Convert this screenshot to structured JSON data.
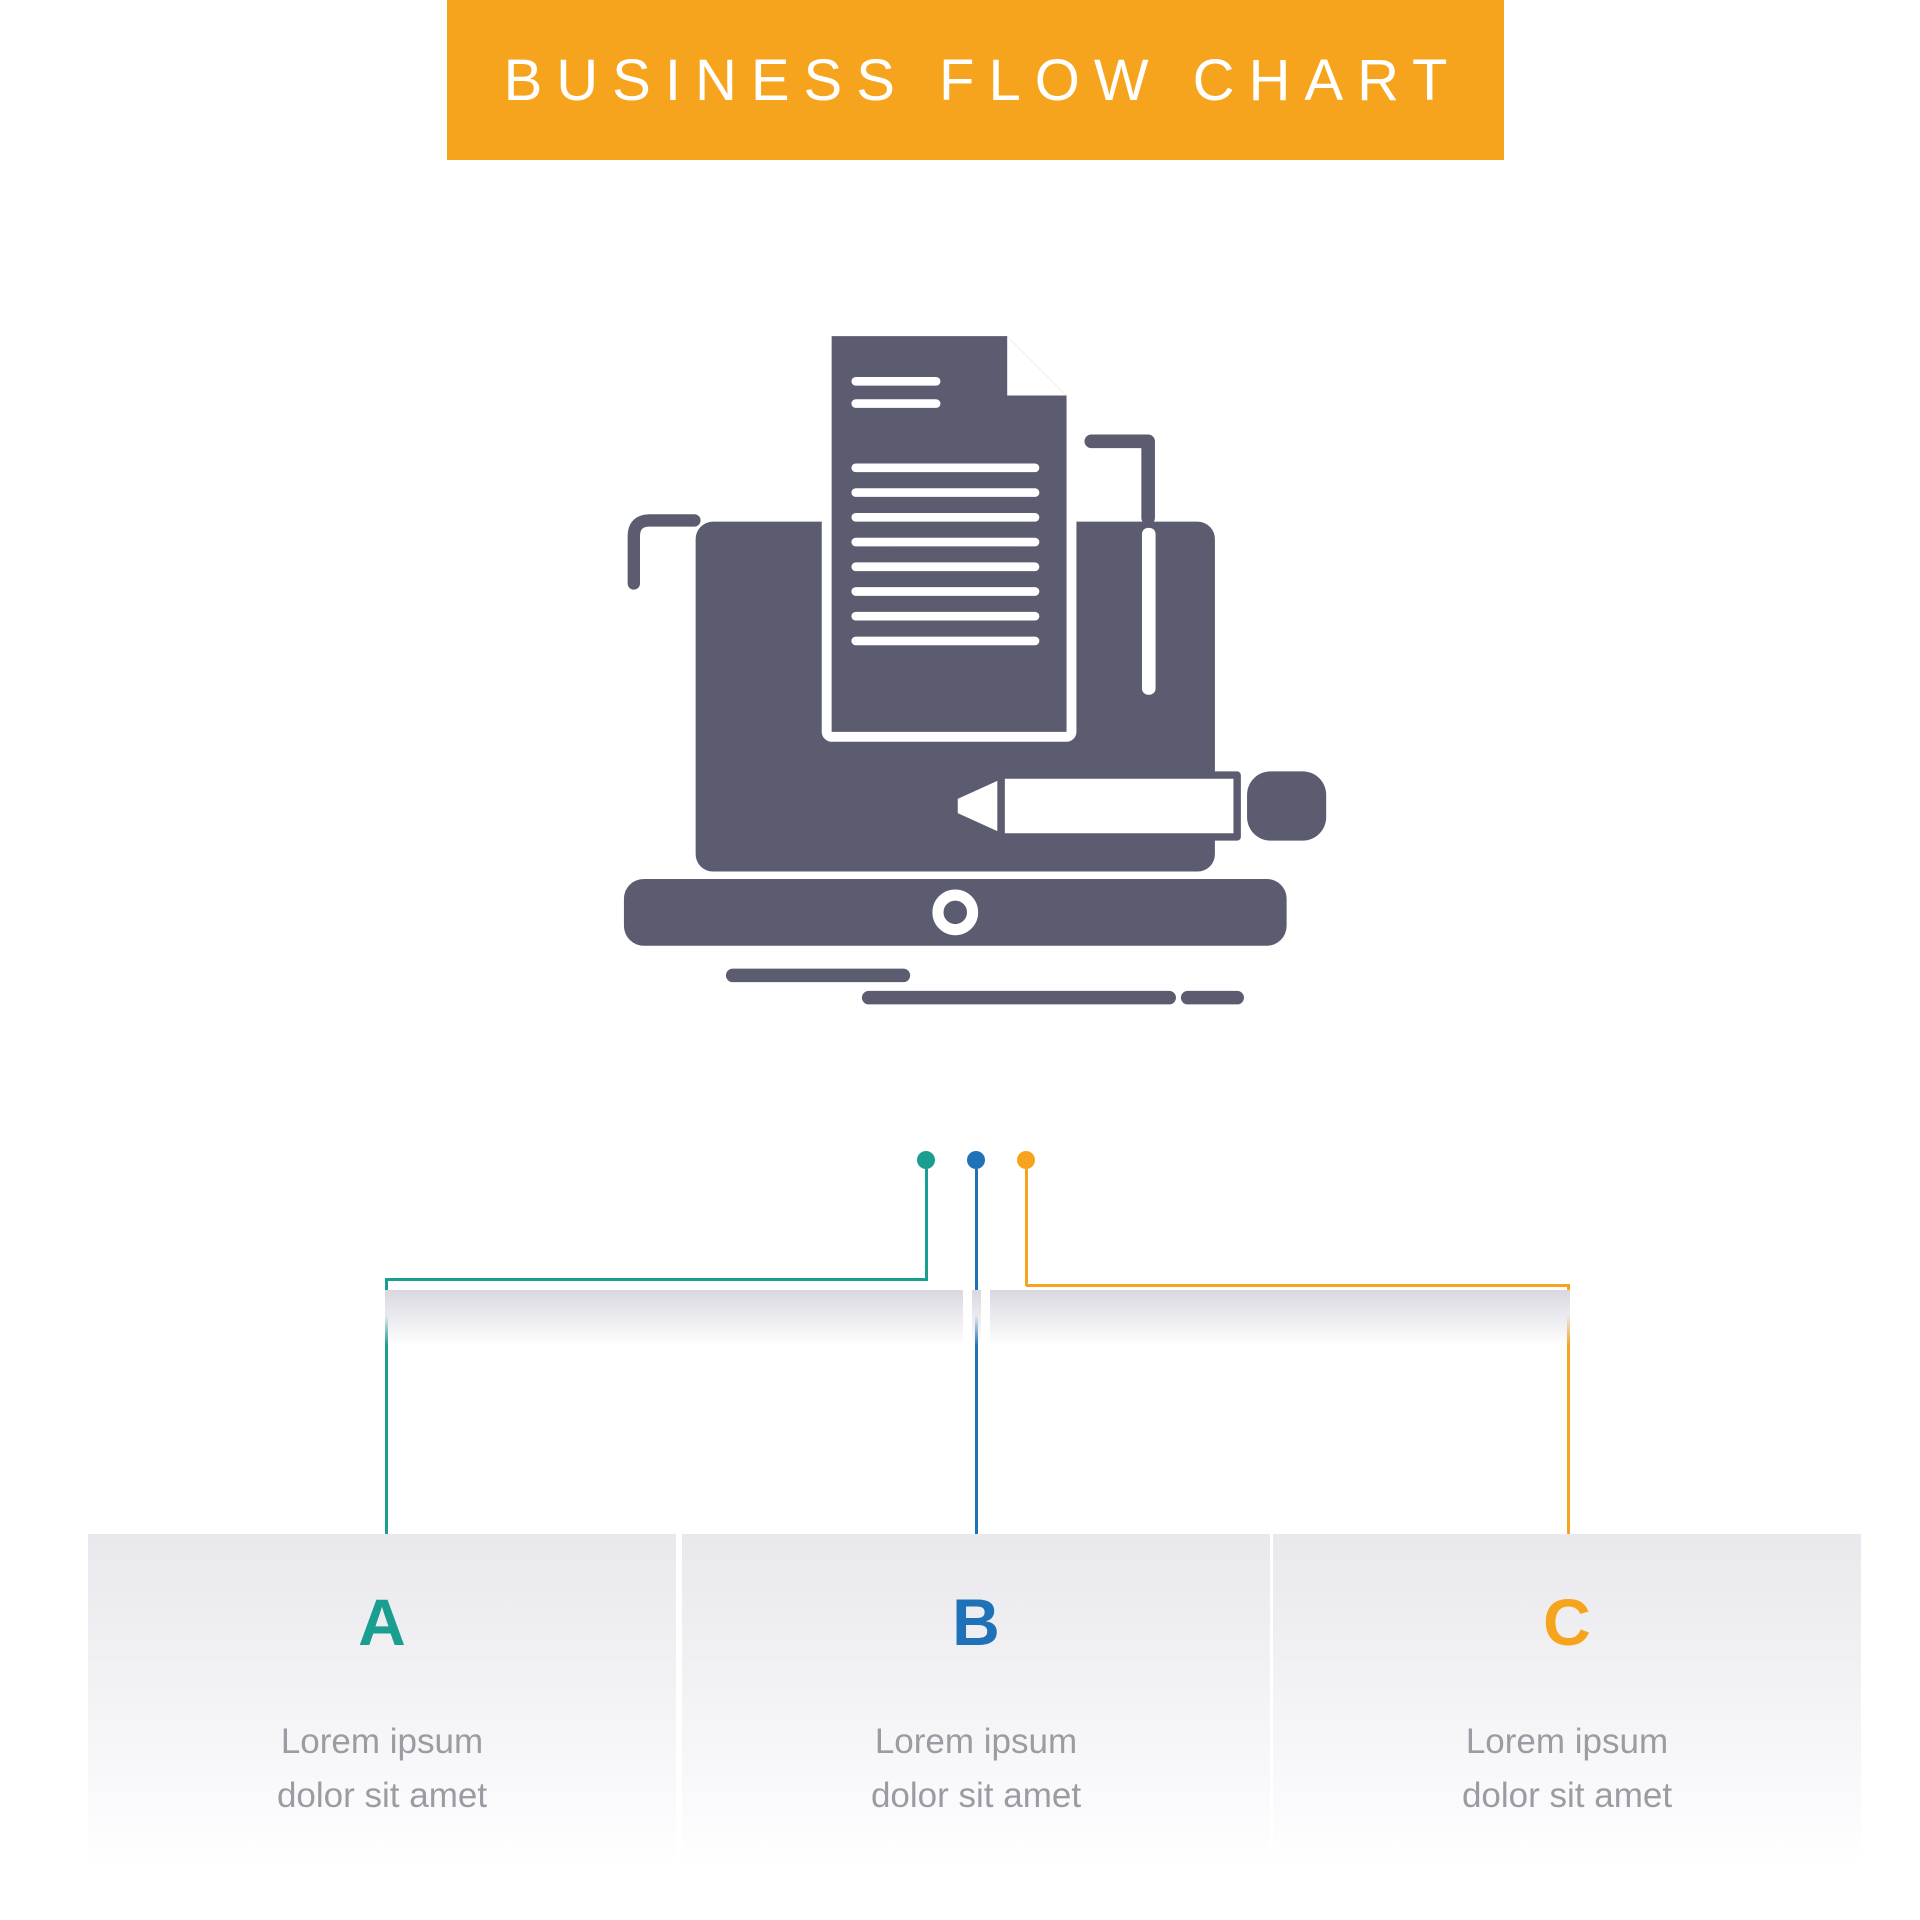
{
  "header": {
    "title": "BUSINESS FLOW CHART",
    "banner_color": "#F6A41D",
    "text_color": "#FFFFFF"
  },
  "icon": {
    "name": "laptop-document-pencil-icon",
    "color": "#5C5C70"
  },
  "connectors": {
    "colors": {
      "a": "#1A9E8F",
      "b": "#1F72B8",
      "c": "#F6A41D"
    }
  },
  "branches": [
    {
      "letter": "A",
      "color": "#1A9E8F",
      "line1": "Lorem ipsum",
      "line2": "dolor sit amet"
    },
    {
      "letter": "B",
      "color": "#1F72B8",
      "line1": "Lorem ipsum",
      "line2": "dolor sit amet"
    },
    {
      "letter": "C",
      "color": "#F6A41D",
      "line1": "Lorem ipsum",
      "line2": "dolor sit amet"
    }
  ],
  "body_text_color": "#9B9BA3"
}
